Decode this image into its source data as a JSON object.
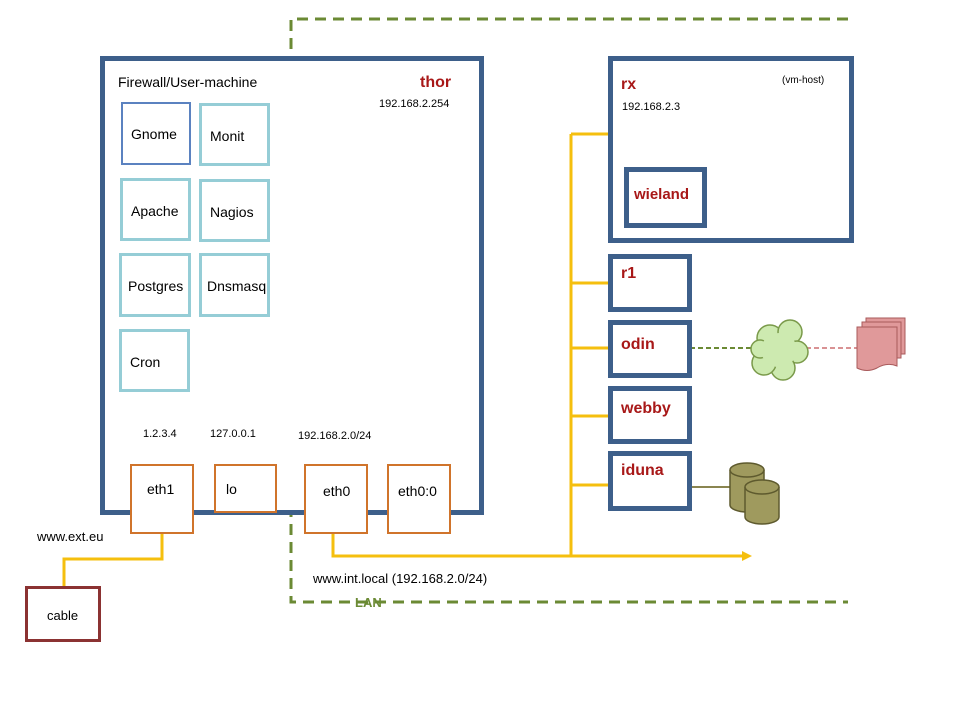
{
  "thor": {
    "title": "Firewall/User-machine",
    "name": "thor",
    "ip": "192.168.2.254",
    "services": [
      "Gnome",
      "Monit",
      "Apache",
      "Nagios",
      "Postgres",
      "Dnsmasq",
      "Cron"
    ],
    "interfaces": [
      {
        "name": "eth1",
        "addr": "1.2.3.4"
      },
      {
        "name": "lo",
        "addr": "127.0.0.1"
      },
      {
        "name": "eth0",
        "addr": "192.168.2.0/24"
      },
      {
        "name": "eth0:0",
        "addr": ""
      }
    ]
  },
  "rx": {
    "name": "rx",
    "note": "(vm-host)",
    "ip": "192.168.2.3",
    "vm": "wieland"
  },
  "hosts": [
    "r1",
    "odin",
    "webby",
    "iduna"
  ],
  "external": {
    "domain": "www.ext.eu",
    "uplink": "cable"
  },
  "lan": {
    "label": "LAN",
    "domain": "www.int.local  (192.168.2.0/24)"
  },
  "colors": {
    "host_border": "#3d5f8a",
    "service_border": "#95cdd6",
    "gnome_border": "#5b82c0",
    "interface_border": "#d0742b",
    "link": "#f5bf0e",
    "lan_border": "#6b8a34",
    "host_name": "#a81818",
    "cable_border": "#8b3232",
    "cloud": "#cdeab0",
    "document": "#e0999a",
    "database": "#9f9a5e"
  },
  "icons": [
    "cloud-icon",
    "document-stack-icon",
    "database-icon"
  ]
}
